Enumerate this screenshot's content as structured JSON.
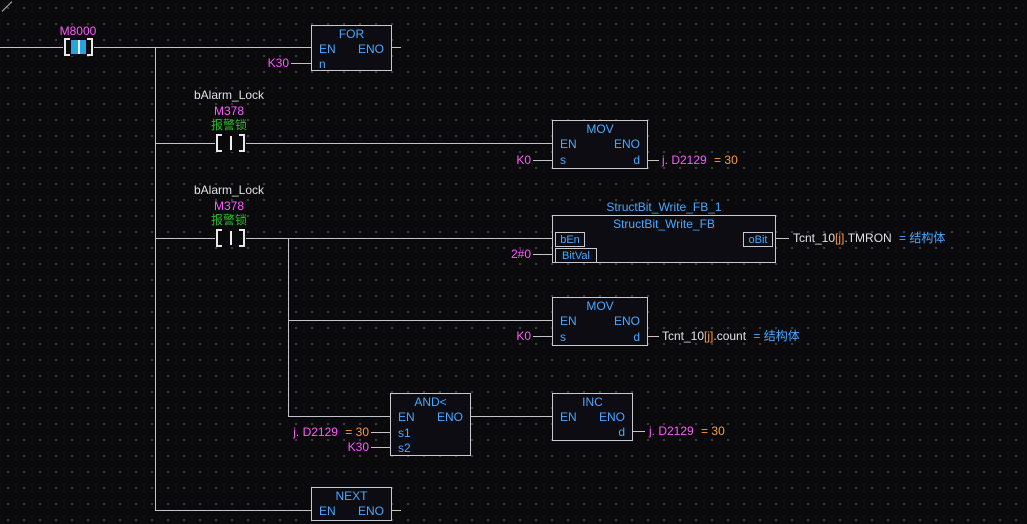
{
  "app": {
    "name": "PLC FBD/LD program editor canvas",
    "mode": "monitoring"
  },
  "colors": {
    "background": "#0a0a0c",
    "grid_dot": "#3d3d46",
    "wire": "#c4c4c8",
    "block_border": "#c9c9cf",
    "pin_label_blue": "#4aa8ff",
    "device_magenta": "#ff5aff",
    "comment_green": "#2eb82e",
    "monitor_value_orange": "#ff9a3d",
    "struct_value_blue": "#4aa8ff",
    "contact_on_fill": "#2da0e0"
  },
  "contacts": {
    "m8000": {
      "device": "M8000",
      "state": "on"
    },
    "alarm1": {
      "label": "bAlarm_Lock",
      "device": "M378",
      "comment": "报警锁",
      "state": "off"
    },
    "alarm2": {
      "label": "bAlarm_Lock",
      "device": "M378",
      "comment": "报警锁",
      "state": "off"
    }
  },
  "blocks": {
    "for": {
      "title": "FOR",
      "pin_en": "EN",
      "pin_eno": "ENO",
      "pin_n": "n",
      "n_value": "K30"
    },
    "mov1": {
      "title": "MOV",
      "pin_en": "EN",
      "pin_eno": "ENO",
      "pin_s": "s",
      "pin_d": "d",
      "s_value": "K0",
      "d_name": "j. D2129",
      "d_value": "= 30"
    },
    "structbit": {
      "instance": "StructBit_Write_FB_1",
      "title": "StructBit_Write_FB",
      "pin_ben": "bEn",
      "pin_bitval": "BitVal",
      "pin_obit": "oBit",
      "bitval_value": "2#0",
      "out_prefix": "Tcnt_10",
      "out_index": "[j]",
      "out_member": ".TMRON",
      "out_value": "= 结构体"
    },
    "mov2": {
      "title": "MOV",
      "pin_en": "EN",
      "pin_eno": "ENO",
      "pin_s": "s",
      "pin_d": "d",
      "s_value": "K0",
      "out_prefix": "Tcnt_10",
      "out_index": "[j]",
      "out_member": ".count",
      "out_value": "= 结构体"
    },
    "and_lt": {
      "title": "AND<",
      "pin_en": "EN",
      "pin_eno": "ENO",
      "pin_s1": "s1",
      "pin_s2": "s2",
      "s1_name": "j. D2129",
      "s1_value": "= 30",
      "s2_value": "K30"
    },
    "inc": {
      "title": "INC",
      "pin_en": "EN",
      "pin_eno": "ENO",
      "pin_d": "d",
      "d_name": "j. D2129",
      "d_value": "= 30"
    },
    "next": {
      "title": "NEXT",
      "pin_en": "EN",
      "pin_eno": "ENO"
    }
  }
}
